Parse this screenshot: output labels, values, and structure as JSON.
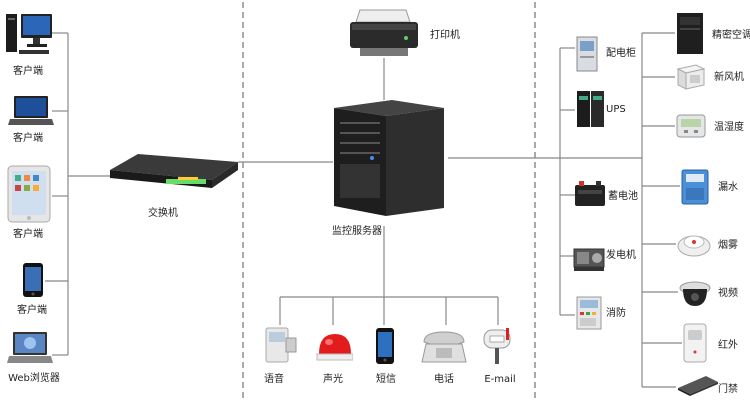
{
  "clients": {
    "client_1": "客户端",
    "client_2": "客户端",
    "client_3": "客户端",
    "client_4": "客户端",
    "web_browser": "Web浏览器"
  },
  "core": {
    "switch": "交换机",
    "server": "监控服务器",
    "printer": "打印机"
  },
  "alarms": {
    "voice": "语音",
    "sound_light": "声光",
    "sms": "短信",
    "phone": "电话",
    "email": "E-mail"
  },
  "power": {
    "distribution_cabinet": "配电柜",
    "ups": "UPS",
    "battery": "蓄电池",
    "generator": "发电机",
    "fire": "消防"
  },
  "environment": {
    "precision_ac": "精密空调",
    "fresh_air": "新风机",
    "temp_humidity": "温湿度",
    "water_leak": "漏水",
    "smoke": "烟雾",
    "video": "视频",
    "infrared": "红外",
    "access_control": "门禁"
  }
}
